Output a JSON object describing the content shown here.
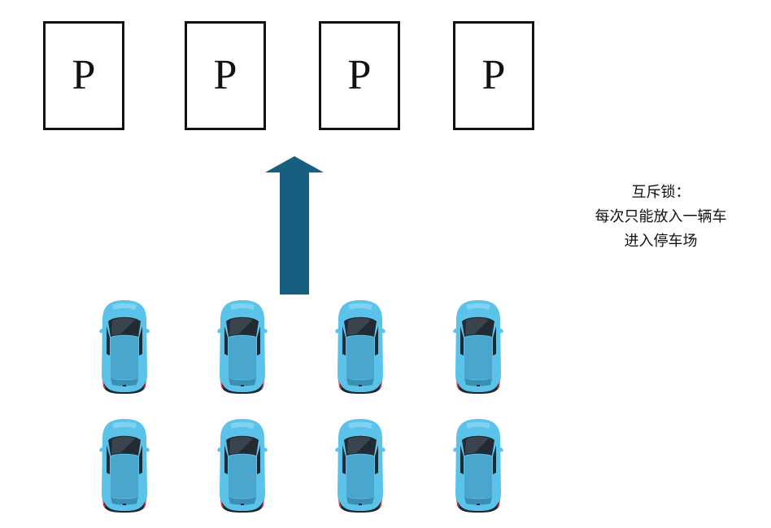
{
  "parking_spots": [
    {
      "label": "P"
    },
    {
      "label": "P"
    },
    {
      "label": "P"
    },
    {
      "label": "P"
    }
  ],
  "note": {
    "lines": [
      "互斥锁：",
      "每次只能放入一辆车",
      "进入停车场"
    ]
  },
  "car_rows": 2,
  "cars_per_row": 4,
  "colors": {
    "arrow": "#165f80",
    "car_body": "#5bc3ea",
    "car_shade": "#4aa6cc",
    "car_glass": "#222a33",
    "spot_border": "#111111"
  },
  "icons": {
    "car": "car-top-view-icon",
    "arrow": "arrow-up-icon"
  }
}
